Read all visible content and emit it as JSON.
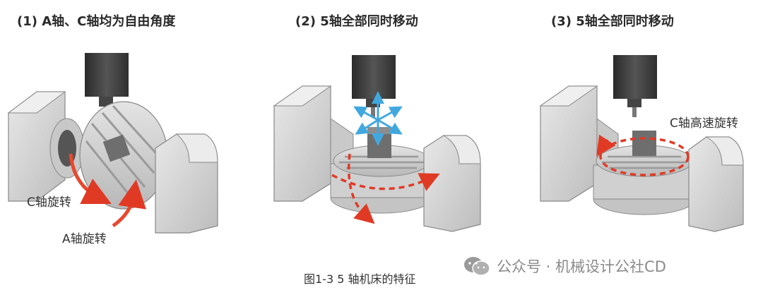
{
  "panels": [
    {
      "title": "(1) A轴、C轴均为自由角度",
      "labels": [
        "C轴旋转",
        "A轴旋转"
      ]
    },
    {
      "title": "(2) 5轴全部同时移动"
    },
    {
      "title": "(3) 5轴全部同时移动",
      "labels": [
        "C轴高速旋转"
      ]
    }
  ],
  "caption": "图1-3 5 轴机床的特征",
  "watermark": "公众号 · 机械设计公社CD",
  "colors": {
    "arrow_red": "#e8482f",
    "dashed_red": "#e03a25",
    "motion_blue": "#41a8df",
    "metal": "#d2d2d2",
    "dark_spindle": "#3a3a3a"
  }
}
